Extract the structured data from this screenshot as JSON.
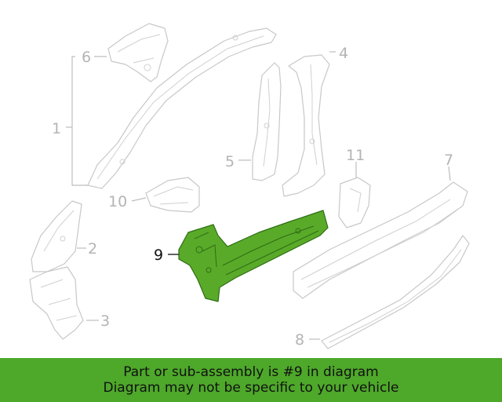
{
  "callouts": {
    "c1": "1",
    "c2": "2",
    "c3": "3",
    "c4": "4",
    "c5": "5",
    "c6": "6",
    "c7": "7",
    "c8": "8",
    "c9": "9",
    "c10": "10",
    "c11": "11"
  },
  "highlighted_part": "9",
  "colors": {
    "highlight_fill": "#5aaa2a",
    "banner_bg": "#4ea82a",
    "ghost_stroke": "#c8c8c8"
  },
  "banner": {
    "line1": "Part or sub-assembly is #9 in diagram",
    "line2": "Diagram may not be specific to your vehicle"
  }
}
